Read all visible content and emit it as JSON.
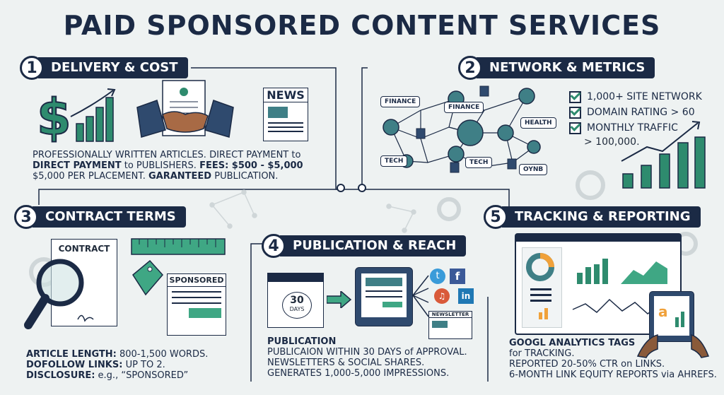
{
  "title": "PAID SPONSORED CONTENT SERVICES",
  "sections": {
    "delivery": {
      "num": "1",
      "label": "DELIVERY & COST",
      "news_label": "NEWS",
      "line1": "PROFESSIONALLY WRITTEN ARTICLES. DIRECT PAYMENT to",
      "line2a": "DIRECT PAYMENT",
      "line2b": " to PUBLISHERS. ",
      "line2c": "FEES: $500 - $5,000",
      "line3a": "$5,000 PER PLACEMENT. ",
      "line3b": "GARANTEED",
      "line3c": " PUBLICATION."
    },
    "network": {
      "num": "2",
      "label": "NETWORK & METRICS",
      "tags": [
        "FINANCE",
        "FINANCE",
        "HEALTH",
        "TECH",
        "TECH",
        "OYNB"
      ],
      "checks": [
        "1,000+ SITE NETWORK",
        "DOMAIN RATING > 60",
        "MONTHLY TRAFFIC"
      ],
      "traffic_value": "> 100,000."
    },
    "contract": {
      "num": "3",
      "label": "CONTRACT TERMS",
      "doc_label": "CONTRACT",
      "sponsored_label": "SPONSORED",
      "l1a": "ARTICLE LENGTH:",
      "l1b": " 800-1,500 WORDS.",
      "l2a": "DOFOLLOW LINKS:",
      "l2b": " UP TO 2.",
      "l3a": "DISCLOSURE:",
      "l3b": " e.g., “SPONSORED”"
    },
    "publication": {
      "num": "4",
      "label": "PUBLICATION & REACH",
      "cal_num": "30",
      "cal_days": "DAYS",
      "newsletter_label": "NEWSLETTER",
      "heading": "PUBLICATION",
      "l1": "PUBLICAION WITHIN 30 DAYS of APPROVAL.",
      "l2": "NEWSLETTERS & SOCIAL SHARES.",
      "l3": "GENERATES 1,000-5,000 IMPRESSIONS."
    },
    "tracking": {
      "num": "5",
      "label": "TRACKING & REPORTING",
      "heading": "GOOGL ANALYTICS TAGS",
      "l1": "for TRACKING.",
      "l2": "REPORTED 20-50% CTR on LINKS.",
      "l3": "6-MONTH LINK EQUITY REPORTS via AHREFS."
    }
  },
  "colors": {
    "navy": "#1b2a45",
    "green": "#2e8b6e",
    "teal": "#3f7f86",
    "bg": "#eef2f2"
  }
}
